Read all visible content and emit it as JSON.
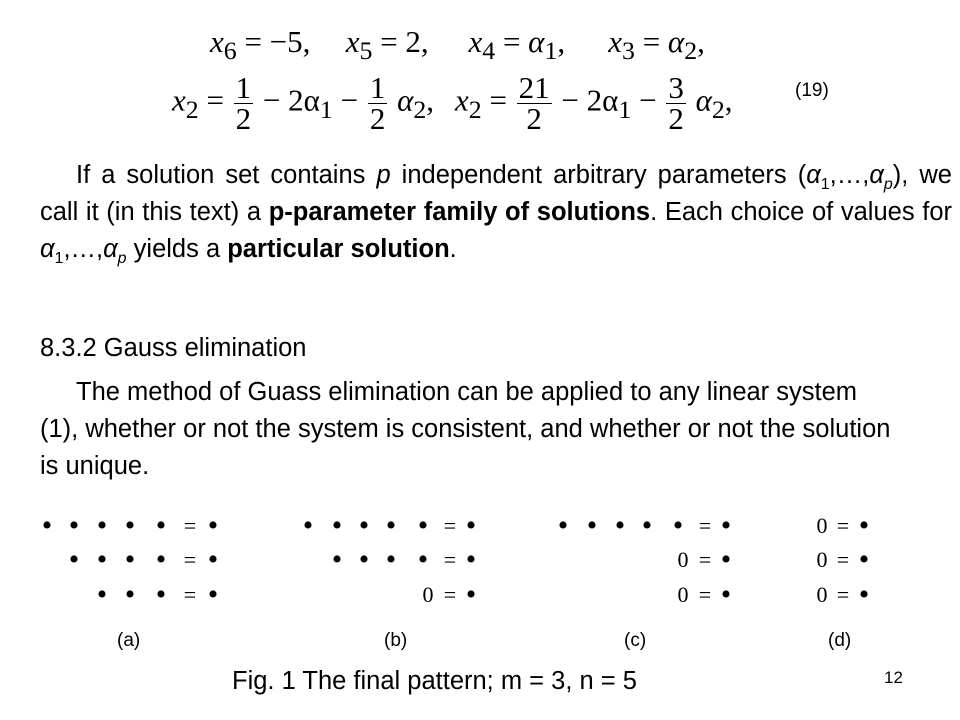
{
  "equations": {
    "row1": [
      {
        "var": "x",
        "sub": "6",
        "rhs": "−5,"
      },
      {
        "var": "x",
        "sub": "5",
        "rhs": "2,"
      },
      {
        "var": "x",
        "sub": "4",
        "rhs": "α",
        "rsub": "1",
        "tail": ","
      },
      {
        "var": "x",
        "sub": "3",
        "rhs": "α",
        "rsub": "2",
        "tail": ","
      }
    ],
    "row2": [
      {
        "var": "x",
        "sub": "2",
        "f1n": "1",
        "f1d": "2",
        "mid": "− 2α",
        "midsub": "1",
        "op": "−",
        "f2n": "1",
        "f2d": "2",
        "end": "α",
        "endsub": "2",
        "tail": ","
      },
      {
        "var": "x",
        "sub": "2",
        "f1n": "21",
        "f1d": "2",
        "mid": "− 2α",
        "midsub": "1",
        "op": "−",
        "f2n": "3",
        "f2d": "2",
        "end": "α",
        "endsub": "2",
        "tail": ","
      }
    ],
    "number": "(19)"
  },
  "paragraph1": {
    "t1": "If a solution set contains ",
    "p1": "p",
    "t2": " independent arbitrary parameters (",
    "a1": "α",
    "s1": "1",
    "t3": ",…,",
    "a2": "α",
    "s2": "p",
    "t4": "), we call it (in this text) a ",
    "b1": "p-parameter family of solutions",
    "t5": ". Each choice of values for ",
    "a3": "α",
    "s3": "1",
    "t6": ",…,",
    "a4": "α",
    "s4": "p",
    "t7": " yields a ",
    "b2": "particular solution",
    "t8": "."
  },
  "section_heading": "8.3.2 Gauss elimination",
  "paragraph2": "The method of Guass elimination can be applied to any linear system (1), whether or not the system is consistent, and whether or not the solution is unique.",
  "patterns": {
    "dot": "•",
    "equals": "=",
    "zero": "0",
    "captions": [
      "(a)",
      "(b)",
      "(c)",
      "(d)"
    ]
  },
  "figure_caption": "Fig. 1 The final pattern; m = 3, n =  5",
  "page_number": "12"
}
